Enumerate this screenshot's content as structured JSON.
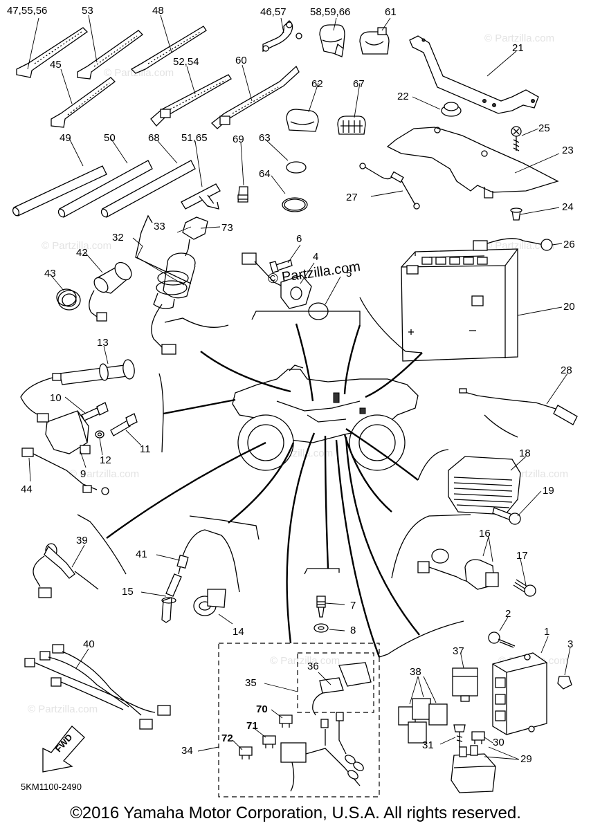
{
  "watermark": {
    "main": "© Partzilla.com",
    "faint": [
      "© Partzilla.com",
      "© Partzilla.com",
      "© Partzilla.com",
      "© Partzilla.com",
      "© Partzilla.com",
      "© Partzilla.com",
      "© Partzilla.com",
      "© Partzilla.com",
      "© Partzilla.com",
      "© Partzilla.com"
    ]
  },
  "callouts": {
    "c1": "1",
    "c2": "2",
    "c3": "3",
    "c4": "4",
    "c5": "5",
    "c6": "6",
    "c7": "7",
    "c8": "8",
    "c9": "9",
    "c10": "10",
    "c11": "11",
    "c12": "12",
    "c13": "13",
    "c14": "14",
    "c15": "15",
    "c16": "16",
    "c17": "17",
    "c18": "18",
    "c19": "19",
    "c20": "20",
    "c21": "21",
    "c22": "22",
    "c23": "23",
    "c24": "24",
    "c25": "25",
    "c26": "26",
    "c27": "27",
    "c28": "28",
    "c29": "29",
    "c30": "30",
    "c31": "31",
    "c32": "32",
    "c33": "33",
    "c34": "34",
    "c35": "35",
    "c36": "36",
    "c37": "37",
    "c38": "38",
    "c39": "39",
    "c40": "40",
    "c41": "41",
    "c42": "42",
    "c43": "43",
    "c44": "44",
    "c45": "45",
    "c47": "47,55,56",
    "c46": "46,57",
    "c48": "48",
    "c49": "49",
    "c50": "50",
    "c51": "51,65",
    "c52": "52,54",
    "c53": "53",
    "c58": "58,59,66",
    "c60": "60",
    "c61": "61",
    "c62": "62",
    "c63": "63",
    "c64": "64",
    "c67": "67",
    "c68": "68",
    "c69": "69",
    "c70": "70",
    "c71": "71",
    "c72": "72",
    "c73": "73"
  },
  "fwd_label": "FWD",
  "doc_code": "5KM1100-2490",
  "copyright": "©2016 Yamaha Motor Corporation, U.S.A. All rights reserved."
}
